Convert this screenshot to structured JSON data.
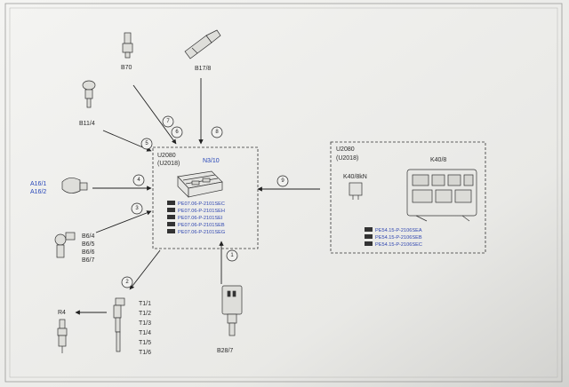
{
  "sensors": {
    "b70": "B70",
    "b17_8": "B17/8",
    "b11_4": "B11/4",
    "a16_1": "A16/1",
    "a16_2": "A16/2",
    "b6": [
      "B6/4",
      "B6/5",
      "B6/6",
      "B6/7"
    ],
    "r4": "R4",
    "t1": [
      "T1/1",
      "T1/2",
      "T1/3",
      "T1/4",
      "T1/5",
      "T1/6"
    ],
    "b28_7": "B28/7"
  },
  "ecu": {
    "network": "U2080",
    "network_alt": "(U2018)",
    "name": "N3/10",
    "refs": [
      "PE07.06-P-2101SEC",
      "PE07.06-P-2101SEH",
      "PE07.06-P-2101SEI",
      "PE07.06-P-2101SEB",
      "PE07.06-P-2101SEG"
    ]
  },
  "relay": {
    "network": "U2080",
    "network_alt": "(U2018)",
    "name": "K40/8",
    "relay_label": "K40/8kN",
    "refs": [
      "PE54.15-P-2106SEA",
      "PE54.15-P-2106SEB",
      "PE54.15-P-2106SEC"
    ]
  },
  "callouts": [
    "1",
    "2",
    "3",
    "4",
    "5",
    "6",
    "7",
    "8",
    "9"
  ],
  "colors": {
    "link": "#2746b8",
    "line": "#222222",
    "paper": "#eeeeec"
  }
}
